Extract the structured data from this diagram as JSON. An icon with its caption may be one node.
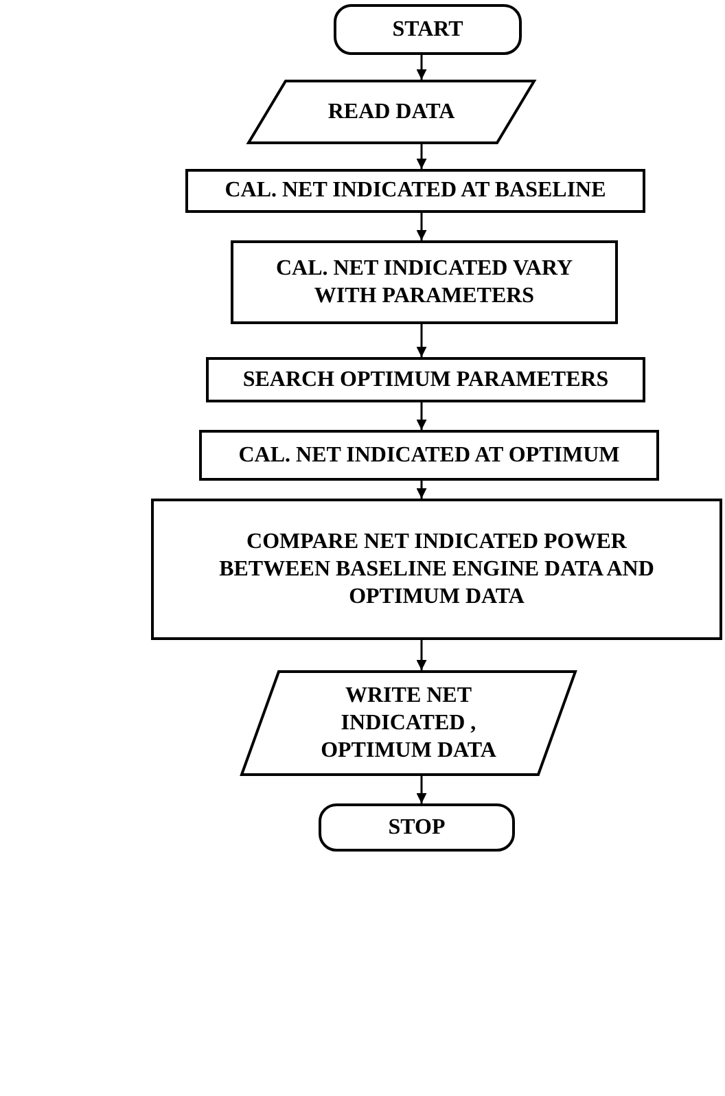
{
  "diagram": {
    "nodes": [
      {
        "text": [
          "START"
        ]
      },
      {
        "text": [
          "READ DATA"
        ]
      },
      {
        "text": [
          "CAL. NET INDICATED AT BASELINE"
        ]
      },
      {
        "text": [
          "CAL. NET INDICATED VARY WITH PARAMETERS"
        ]
      },
      {
        "text": [
          "SEARCH OPTIMUM PARAMETERS"
        ]
      },
      {
        "text": [
          "CAL. NET INDICATED AT OPTIMUM"
        ]
      },
      {
        "text": [
          "COMPARE NET INDICATED POWER BETWEEN BASELINE ENGINE DATA AND OPTIMUM DATA"
        ]
      },
      {
        "text": [
          "WRITE NET INDICATED , OPTIMUM DATA"
        ]
      },
      {
        "text": [
          "STOP"
        ]
      }
    ],
    "edges": [
      {
        "from": 0,
        "to": 1,
        "arrow": "to"
      },
      {
        "from": 1,
        "to": 2,
        "arrow": "to"
      },
      {
        "from": 2,
        "to": 3,
        "arrow": "to"
      },
      {
        "from": 3,
        "to": 4,
        "arrow": "to"
      },
      {
        "from": 4,
        "to": 5,
        "arrow": "to"
      },
      {
        "from": 5,
        "to": 6,
        "arrow": "to"
      },
      {
        "from": 6,
        "to": 7,
        "arrow": "to"
      },
      {
        "from": 7,
        "to": 8,
        "arrow": "to"
      }
    ]
  }
}
